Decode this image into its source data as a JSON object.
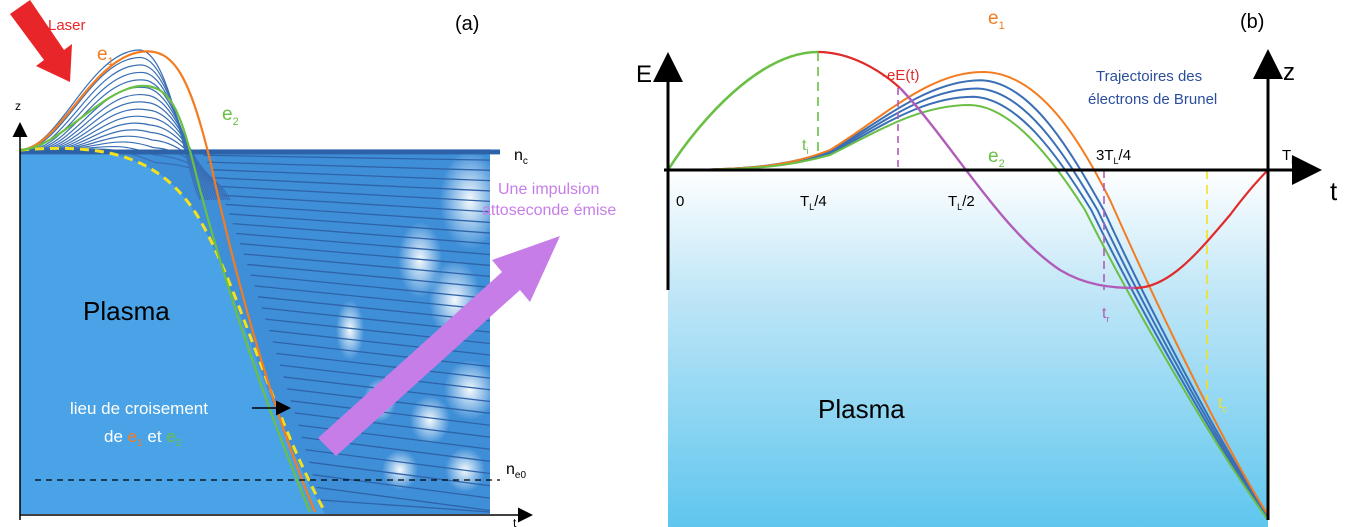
{
  "panel_a": {
    "panel_label": "(a)",
    "laser_label": "Laser",
    "e1_label": "e",
    "e1_sub": "1",
    "e2_label": "e",
    "e2_sub": "2",
    "z_axis_label": "z",
    "t_axis_label": "t",
    "nc_label": "n",
    "nc_sub": "c",
    "ne0_label": "n",
    "ne0_sub": "e0",
    "plasma_label": "Plasma",
    "pulse_line1": "Une impulsion",
    "pulse_line2": "attoseconde émise",
    "crossing_line1": "lieu de croisement",
    "crossing_line2_a": "de ",
    "crossing_e1": "e",
    "crossing_e1_sub": "1",
    "crossing_et": " et ",
    "crossing_e2": "e",
    "crossing_e2_sub": "2",
    "colors": {
      "plasma": "#4aa3e6",
      "trajectory": "#3a6fb5",
      "e1": "#f47c20",
      "e2": "#6abf45",
      "laser": "#e8262a",
      "pulse": "#c77de8",
      "boundary": "#f4e11e"
    }
  },
  "panel_b": {
    "panel_label": "(b)",
    "E_axis_label": "E",
    "z_axis_label": "z",
    "t_axis_label": "t",
    "origin_label": "0",
    "tick_quarter": "T",
    "tick_quarter_sub": "L",
    "tick_quarter_tail": "/4",
    "tick_half": "T",
    "tick_half_sub": "L",
    "tick_half_tail": "/2",
    "tick_three_quarter_pre": "3T",
    "tick_three_quarter_sub": "L",
    "tick_three_quarter_tail": "/4",
    "tick_full": "T",
    "tick_full_sub": "L",
    "field_label": "-eE(t)",
    "e1_label": "e",
    "e1_sub": "1",
    "e2_label": "e",
    "e2_sub": "2",
    "ti_label": "t",
    "ti_sub": "i",
    "tr_label": "t",
    "tr_sub": "r",
    "tc_label": "t",
    "tc_sub": "c",
    "trajectories_line1": "Trajectoires des",
    "trajectories_line2": "électrons  de Brunel",
    "plasma_label": "Plasma",
    "colors": {
      "field": "#e02b2b",
      "e1": "#f47c20",
      "e2": "#6abf45",
      "trajectory": "#3a6fb5",
      "ti_marker": "#6abf45",
      "tr_marker": "#b05cb8",
      "tc_marker": "#f4e11e",
      "plasma_top": "#ffffff",
      "plasma_bottom": "#5fc6ee",
      "title_blue": "#2b4e9b"
    }
  }
}
